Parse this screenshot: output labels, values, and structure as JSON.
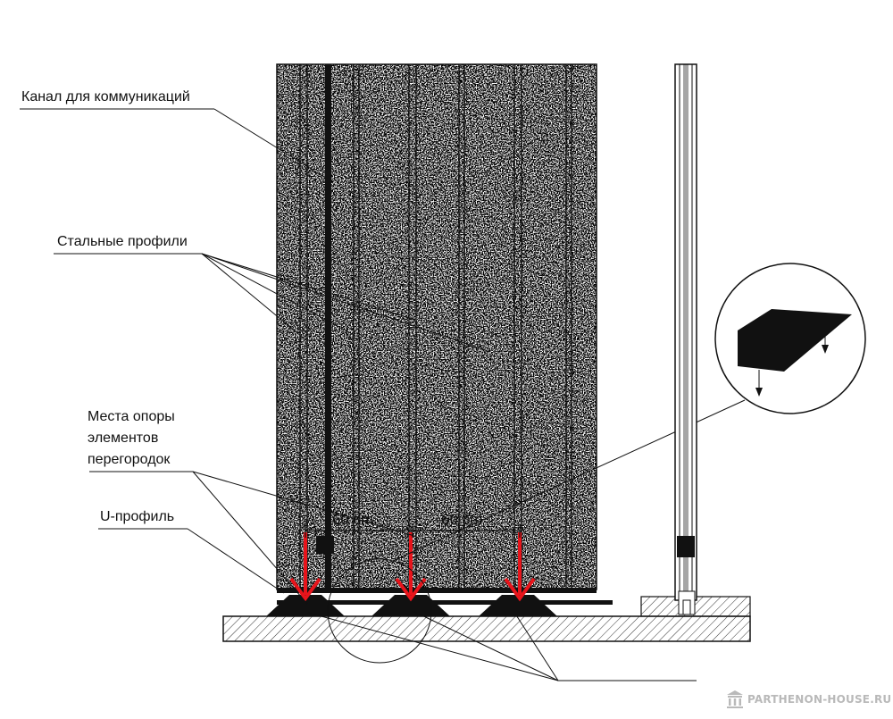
{
  "labels": {
    "channel": "Канал для коммуникаций",
    "steel_profiles": "Стальные профили",
    "support_line1": "Места опоры",
    "support_line2": "элементов",
    "support_line3": "перегородок",
    "u_profile": "U-профиль"
  },
  "dimensions": {
    "left": "60 cm",
    "right": "60 cm"
  },
  "watermark": "PARTHENON-HOUSE.RU",
  "colors": {
    "arrow": "#e8141b",
    "ink": "#111111",
    "background": "#ffffff",
    "watermark": "#b9b9b9"
  },
  "icons": {
    "watermark": "columns-icon",
    "detail": "magnified-support-icon"
  }
}
